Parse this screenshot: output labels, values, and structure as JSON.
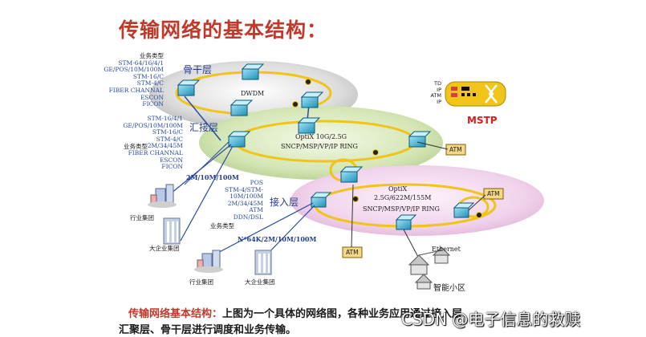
{
  "title": "传输网络的基本结构：",
  "layers": {
    "backbone": "骨干层",
    "aggregation": "汇接层",
    "access": "接入层"
  },
  "rings": {
    "dwdm": "DWDM",
    "optix_top_line1": "OptiX 10G/2.5G",
    "optix_top_line2": "SNCP/MSP/VP/IP RING",
    "optix_bottom_line1": "OptiX",
    "optix_bottom_line2": "2.5G/622M/155M",
    "optix_bottom_line3": "SNCP/MSP/VP/IP RING"
  },
  "service_list_top": {
    "heading": "业务类型",
    "items": [
      "STM-64/16/4/1",
      "GE/POS/10M/100M",
      "STM-16/C",
      "STM-4/C",
      "FIBER CHANNAL",
      "ESCON",
      "FICON"
    ]
  },
  "service_list_mid": {
    "heading": "业务类型",
    "items": [
      "STM-16/4/1",
      "GE/POS/10M/100M",
      "STM-16/C",
      "STM-4/C",
      "2M/34/45M",
      "FIBER CHANNAL",
      "ESCON",
      "FICON"
    ]
  },
  "service_list_access": {
    "heading": "业务类型",
    "items": [
      "POS",
      "STM-4/STM-",
      "10M/100M",
      "2M/34/45M",
      "ATM",
      "DDN/DSL"
    ]
  },
  "links": {
    "rate_upper": "2M/10M/100M",
    "rate_lower": "N*64K/2M/10M/100M",
    "ethernet": "Ethernet"
  },
  "sites": {
    "industry_group_1": "行业集团",
    "large_enterprise_1": "大企业集团",
    "industry_group_2": "行业集团",
    "large_enterprise_2": "大企业集团",
    "smart_community": "智能小区"
  },
  "devices": {
    "atm": "ATM"
  },
  "mstp": {
    "label": "MSTP",
    "inputs": [
      "TD",
      "IP",
      "ATM",
      "IP"
    ]
  },
  "caption": {
    "lead": "传输网络基本结构：",
    "text1": "上图为一个具体的网络图，各种业务应用通过接入层、",
    "text2": "汇聚层、骨干层进行调度和业务传输。"
  },
  "watermark": "CSDN @电子信息的救赎",
  "colors": {
    "title_red": "#c0392b",
    "ring_yellow": "#f0c419",
    "layer_blue": "#243c8c",
    "list_blue": "#2a4aa0",
    "plate_gray": "#d8d8d8",
    "plate_green": "#cfe3b0",
    "plate_pink": "#f3d6ef"
  }
}
